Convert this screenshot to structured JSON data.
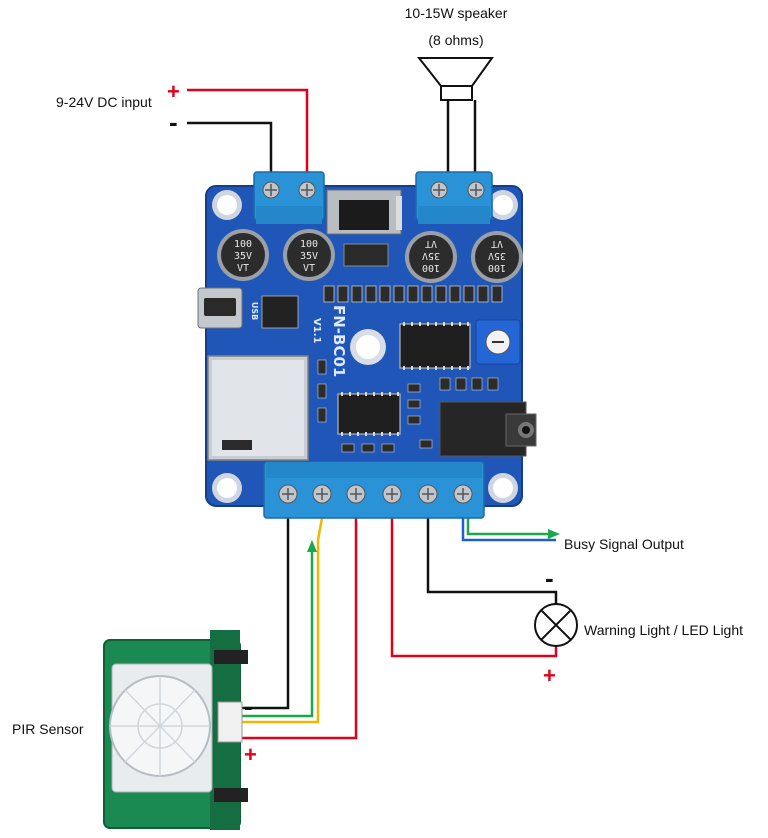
{
  "labels": {
    "speaker_line1": "10-15W speaker",
    "speaker_line2": "(8 ohms)",
    "dc_input": "9-24V DC input",
    "busy_signal": "Busy Signal Output",
    "warning_light": "Warning Light / LED Light",
    "pir_sensor": "PIR Sensor"
  },
  "board": {
    "silkscreen_name": "FN-BC01",
    "silkscreen_version": "V1.1",
    "usb_text": "USB",
    "capacitor_top": "100",
    "capacitor_mid": "35V",
    "capacitor_bottom": "VT"
  },
  "signs": {
    "plus": "+",
    "minus": "-"
  },
  "colors": {
    "board": "#1f56b8",
    "terminal": "#2a93d8",
    "wire_red": "#e0001a",
    "wire_black": "#111111",
    "wire_green": "#1aa84a",
    "wire_yellow": "#f2b600",
    "wire_blue": "#1f5fd0"
  }
}
